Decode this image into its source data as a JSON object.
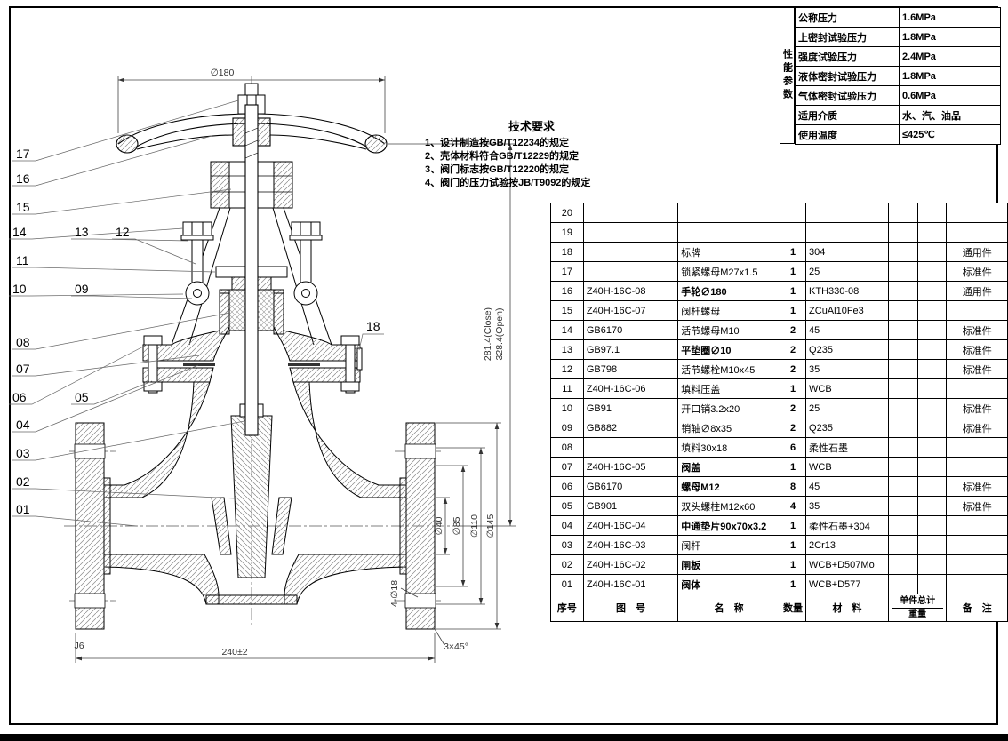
{
  "frame": {
    "bottom_bar_color": "#000000"
  },
  "performance": {
    "side_label": "性能参数",
    "rows": [
      {
        "label": "公称压力",
        "value": "1.6MPa"
      },
      {
        "label": "上密封试验压力",
        "value": "1.8MPa"
      },
      {
        "label": "强度试验压力",
        "value": "2.4MPa"
      },
      {
        "label": "液体密封试验压力",
        "value": "1.8MPa"
      },
      {
        "label": "气体密封试验压力",
        "value": "0.6MPa"
      },
      {
        "label": "适用介质",
        "value": "水、汽、油品"
      },
      {
        "label": "使用温度",
        "value": "≤425℃"
      }
    ]
  },
  "tech": {
    "title": "技术要求",
    "items": [
      {
        "text": "1、设计制造按GB/T12234的规定"
      },
      {
        "text": "2、壳体材料符合GB/T12229的规定"
      },
      {
        "text": "3、阀门标志按GB/T12220的规定"
      },
      {
        "text": "4、阀门的压力试验按JB/T9092的规定"
      }
    ]
  },
  "bom": {
    "footer": {
      "no": "序号",
      "dwg": "图　号",
      "name": "名　称",
      "qty": "数量",
      "mat": "材　料",
      "wt1": "单件总计",
      "wt2": "重量",
      "note": "备　注"
    },
    "rows": [
      {
        "no": "20",
        "dwg": "",
        "name": "",
        "qty": "",
        "mat": "",
        "note": "",
        "b": ""
      },
      {
        "no": "19",
        "dwg": "",
        "name": "",
        "qty": "",
        "mat": "",
        "note": "",
        "b": ""
      },
      {
        "no": "18",
        "dwg": "",
        "name": "标牌",
        "qty": "1",
        "mat": "304",
        "note": "通用件",
        "b": ""
      },
      {
        "no": "17",
        "dwg": "",
        "name": "锁紧螺母M27x1.5",
        "qty": "1",
        "mat": "25",
        "note": "标准件",
        "b": ""
      },
      {
        "no": "16",
        "dwg": "Z40H-16C-08",
        "name": "手轮∅180",
        "qty": "1",
        "mat": "KTH330-08",
        "note": "通用件",
        "b": "bold"
      },
      {
        "no": "15",
        "dwg": "Z40H-16C-07",
        "name": "阀杆螺母",
        "qty": "1",
        "mat": "ZCuAl10Fe3",
        "note": "",
        "b": ""
      },
      {
        "no": "14",
        "dwg": "GB6170",
        "name": "活节螺母M10",
        "qty": "2",
        "mat": "45",
        "note": "标准件",
        "b": ""
      },
      {
        "no": "13",
        "dwg": "GB97.1",
        "name": "平垫圈∅10",
        "qty": "2",
        "mat": "Q235",
        "note": "标准件",
        "b": "bold"
      },
      {
        "no": "12",
        "dwg": "GB798",
        "name": "活节螺栓M10x45",
        "qty": "2",
        "mat": "35",
        "note": "标准件",
        "b": ""
      },
      {
        "no": "11",
        "dwg": "Z40H-16C-06",
        "name": "填料压盖",
        "qty": "1",
        "mat": "WCB",
        "note": "",
        "b": ""
      },
      {
        "no": "10",
        "dwg": "GB91",
        "name": "开口销3.2x20",
        "qty": "2",
        "mat": "25",
        "note": "标准件",
        "b": ""
      },
      {
        "no": "09",
        "dwg": "GB882",
        "name": "销轴∅8x35",
        "qty": "2",
        "mat": "Q235",
        "note": "标准件",
        "b": ""
      },
      {
        "no": "08",
        "dwg": "",
        "name": "填料30x18",
        "qty": "6",
        "mat": "柔性石墨",
        "note": "",
        "b": ""
      },
      {
        "no": "07",
        "dwg": "Z40H-16C-05",
        "name": "阀盖",
        "qty": "1",
        "mat": "WCB",
        "note": "",
        "b": "bold"
      },
      {
        "no": "06",
        "dwg": "GB6170",
        "name": "螺母M12",
        "qty": "8",
        "mat": "45",
        "note": "标准件",
        "b": "bold"
      },
      {
        "no": "05",
        "dwg": "GB901",
        "name": "双头螺柱M12x60",
        "qty": "4",
        "mat": "35",
        "note": "标准件",
        "b": ""
      },
      {
        "no": "04",
        "dwg": "Z40H-16C-04",
        "name": "中通垫片90x70x3.2",
        "qty": "1",
        "mat": "柔性石墨+304",
        "note": "",
        "b": "bold"
      },
      {
        "no": "03",
        "dwg": "Z40H-16C-03",
        "name": "阀杆",
        "qty": "1",
        "mat": "2Cr13",
        "note": "",
        "b": ""
      },
      {
        "no": "02",
        "dwg": "Z40H-16C-02",
        "name": "闸板",
        "qty": "1",
        "mat": "WCB+D507Mo",
        "note": "",
        "b": "bold"
      },
      {
        "no": "01",
        "dwg": "Z40H-16C-01",
        "name": "阀体",
        "qty": "1",
        "mat": "WCB+D577",
        "note": "",
        "b": "bold"
      }
    ]
  },
  "drawing": {
    "dims": {
      "dia180": "∅180",
      "close": "281.4(Close)",
      "open": "328.4(Open)",
      "dia40": "∅40",
      "dia85": "∅85",
      "dia110": "∅110",
      "dia145": "∅145",
      "len240": "240±2",
      "chamfer": "3×45°",
      "holes": "4-∅18",
      "finish": "J6"
    },
    "callouts": {
      "c17": "17",
      "c16": "16",
      "c15": "15",
      "c14": "14",
      "c13": "13",
      "c12": "12",
      "c11": "11",
      "c10": "10",
      "c09": "09",
      "c08": "08",
      "c07": "07",
      "c06": "06",
      "c05": "05",
      "c04": "04",
      "c03": "03",
      "c02": "02",
      "c01": "01",
      "c18": "18"
    }
  }
}
